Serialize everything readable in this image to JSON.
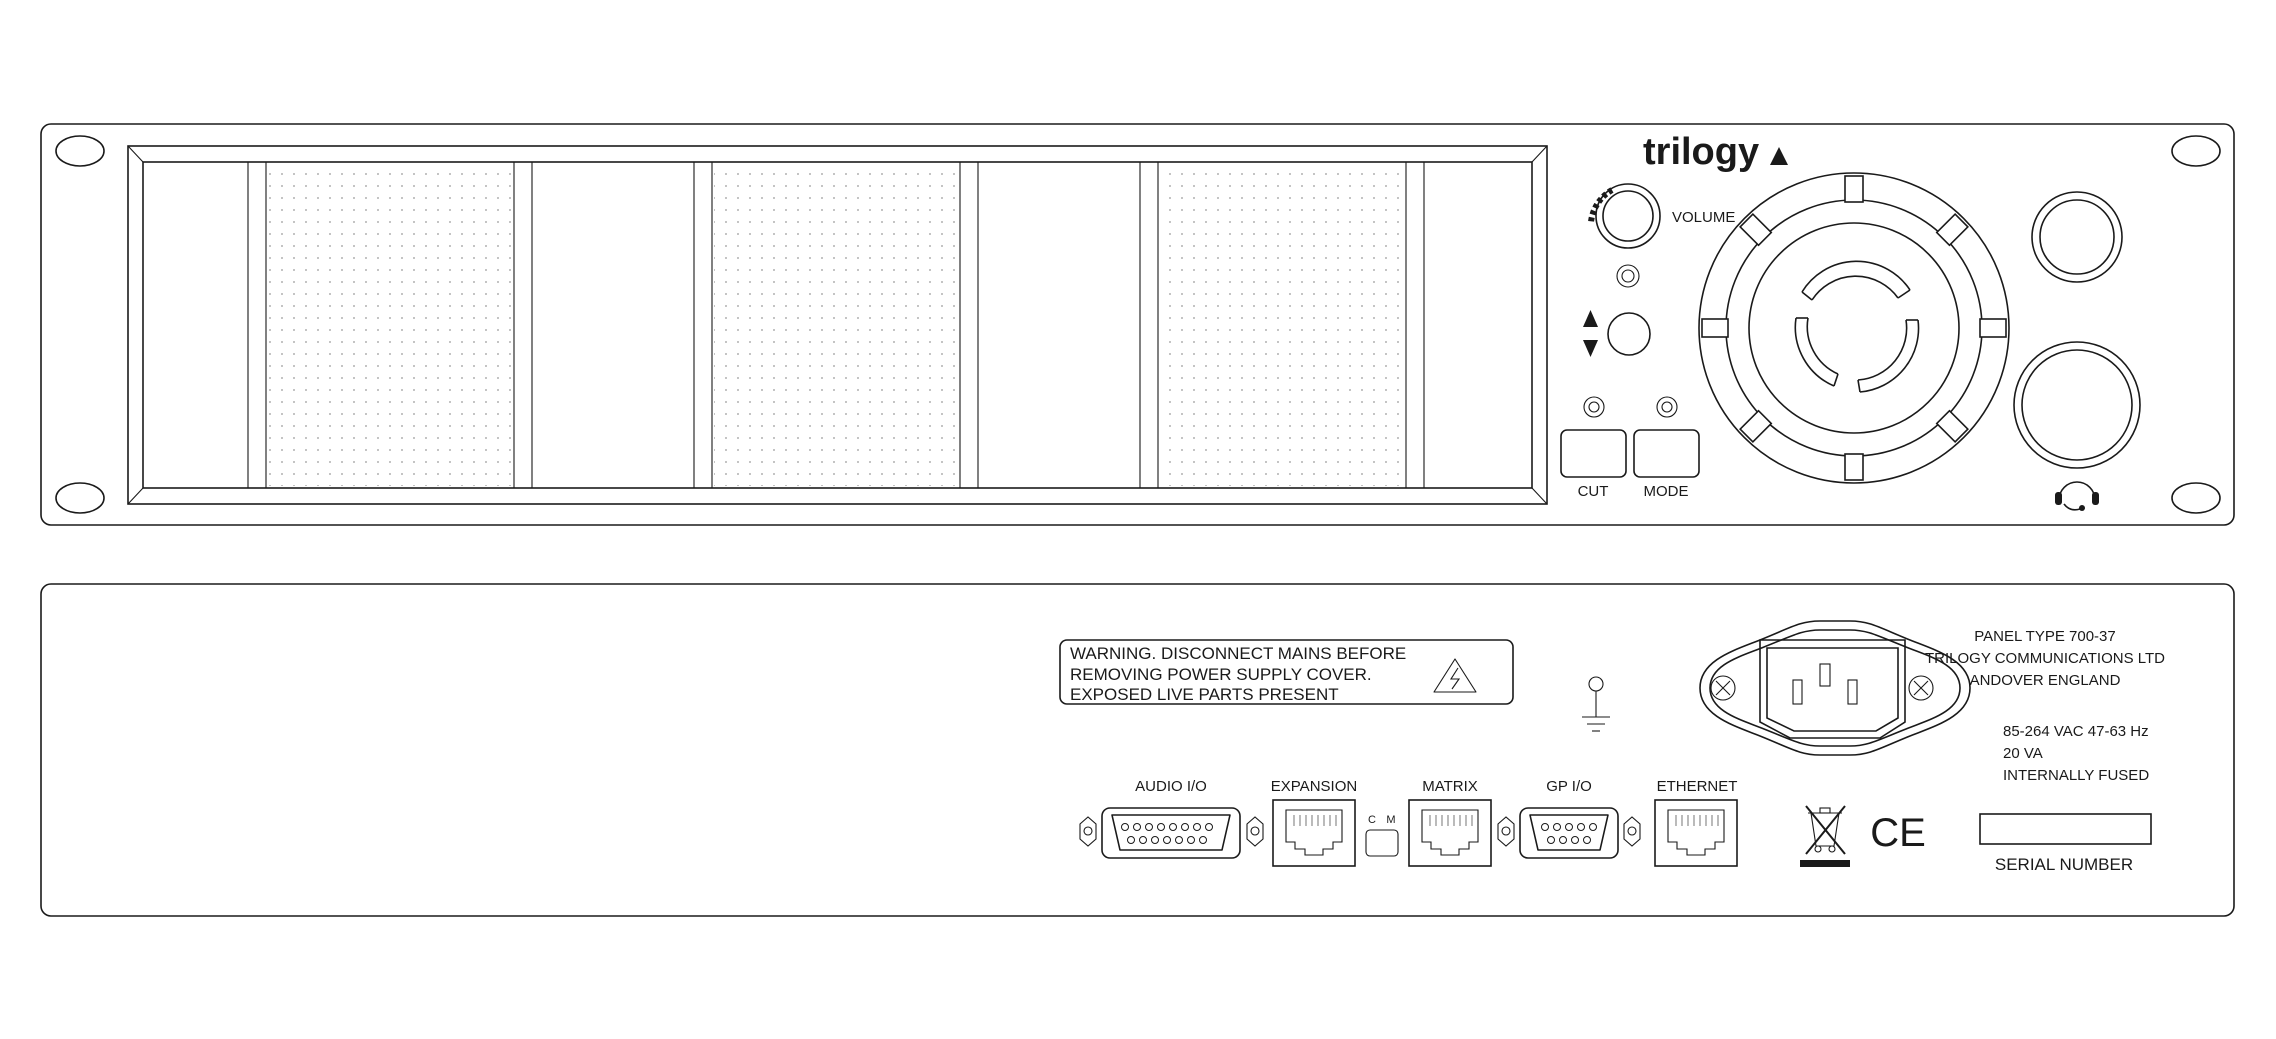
{
  "front_panel": {
    "logo": "trilogy",
    "controls": {
      "volume_label": "VOLUME",
      "cut_label": "CUT",
      "mode_label": "MODE"
    },
    "icons": [
      "up-down-arrows-icon",
      "headset-icon"
    ]
  },
  "rear_panel": {
    "warning": {
      "line1": "WARNING. DISCONNECT MAINS BEFORE",
      "line2": "REMOVING POWER SUPPLY COVER.",
      "line3": "EXPOSED LIVE PARTS PRESENT"
    },
    "nameplate": {
      "line1": "PANEL TYPE 700-37",
      "line2": "TRILOGY COMMUNICATIONS LTD",
      "line3": "ANDOVER ENGLAND"
    },
    "power": {
      "line1": "85-264 VAC 47-63 Hz",
      "line2": "20 VA",
      "line3": "INTERNALLY FUSED"
    },
    "connectors": {
      "audio_io": "AUDIO I/O",
      "expansion": "EXPANSION",
      "switch_c": "C",
      "switch_m": "M",
      "matrix": "MATRIX",
      "gp_io": "GP I/O",
      "ethernet": "ETHERNET"
    },
    "ce_mark": "CE",
    "serial_label": "SERIAL NUMBER",
    "icons": [
      "ground-icon",
      "electric-hazard-icon",
      "weee-bin-icon",
      "iec-mains-inlet-icon"
    ]
  }
}
